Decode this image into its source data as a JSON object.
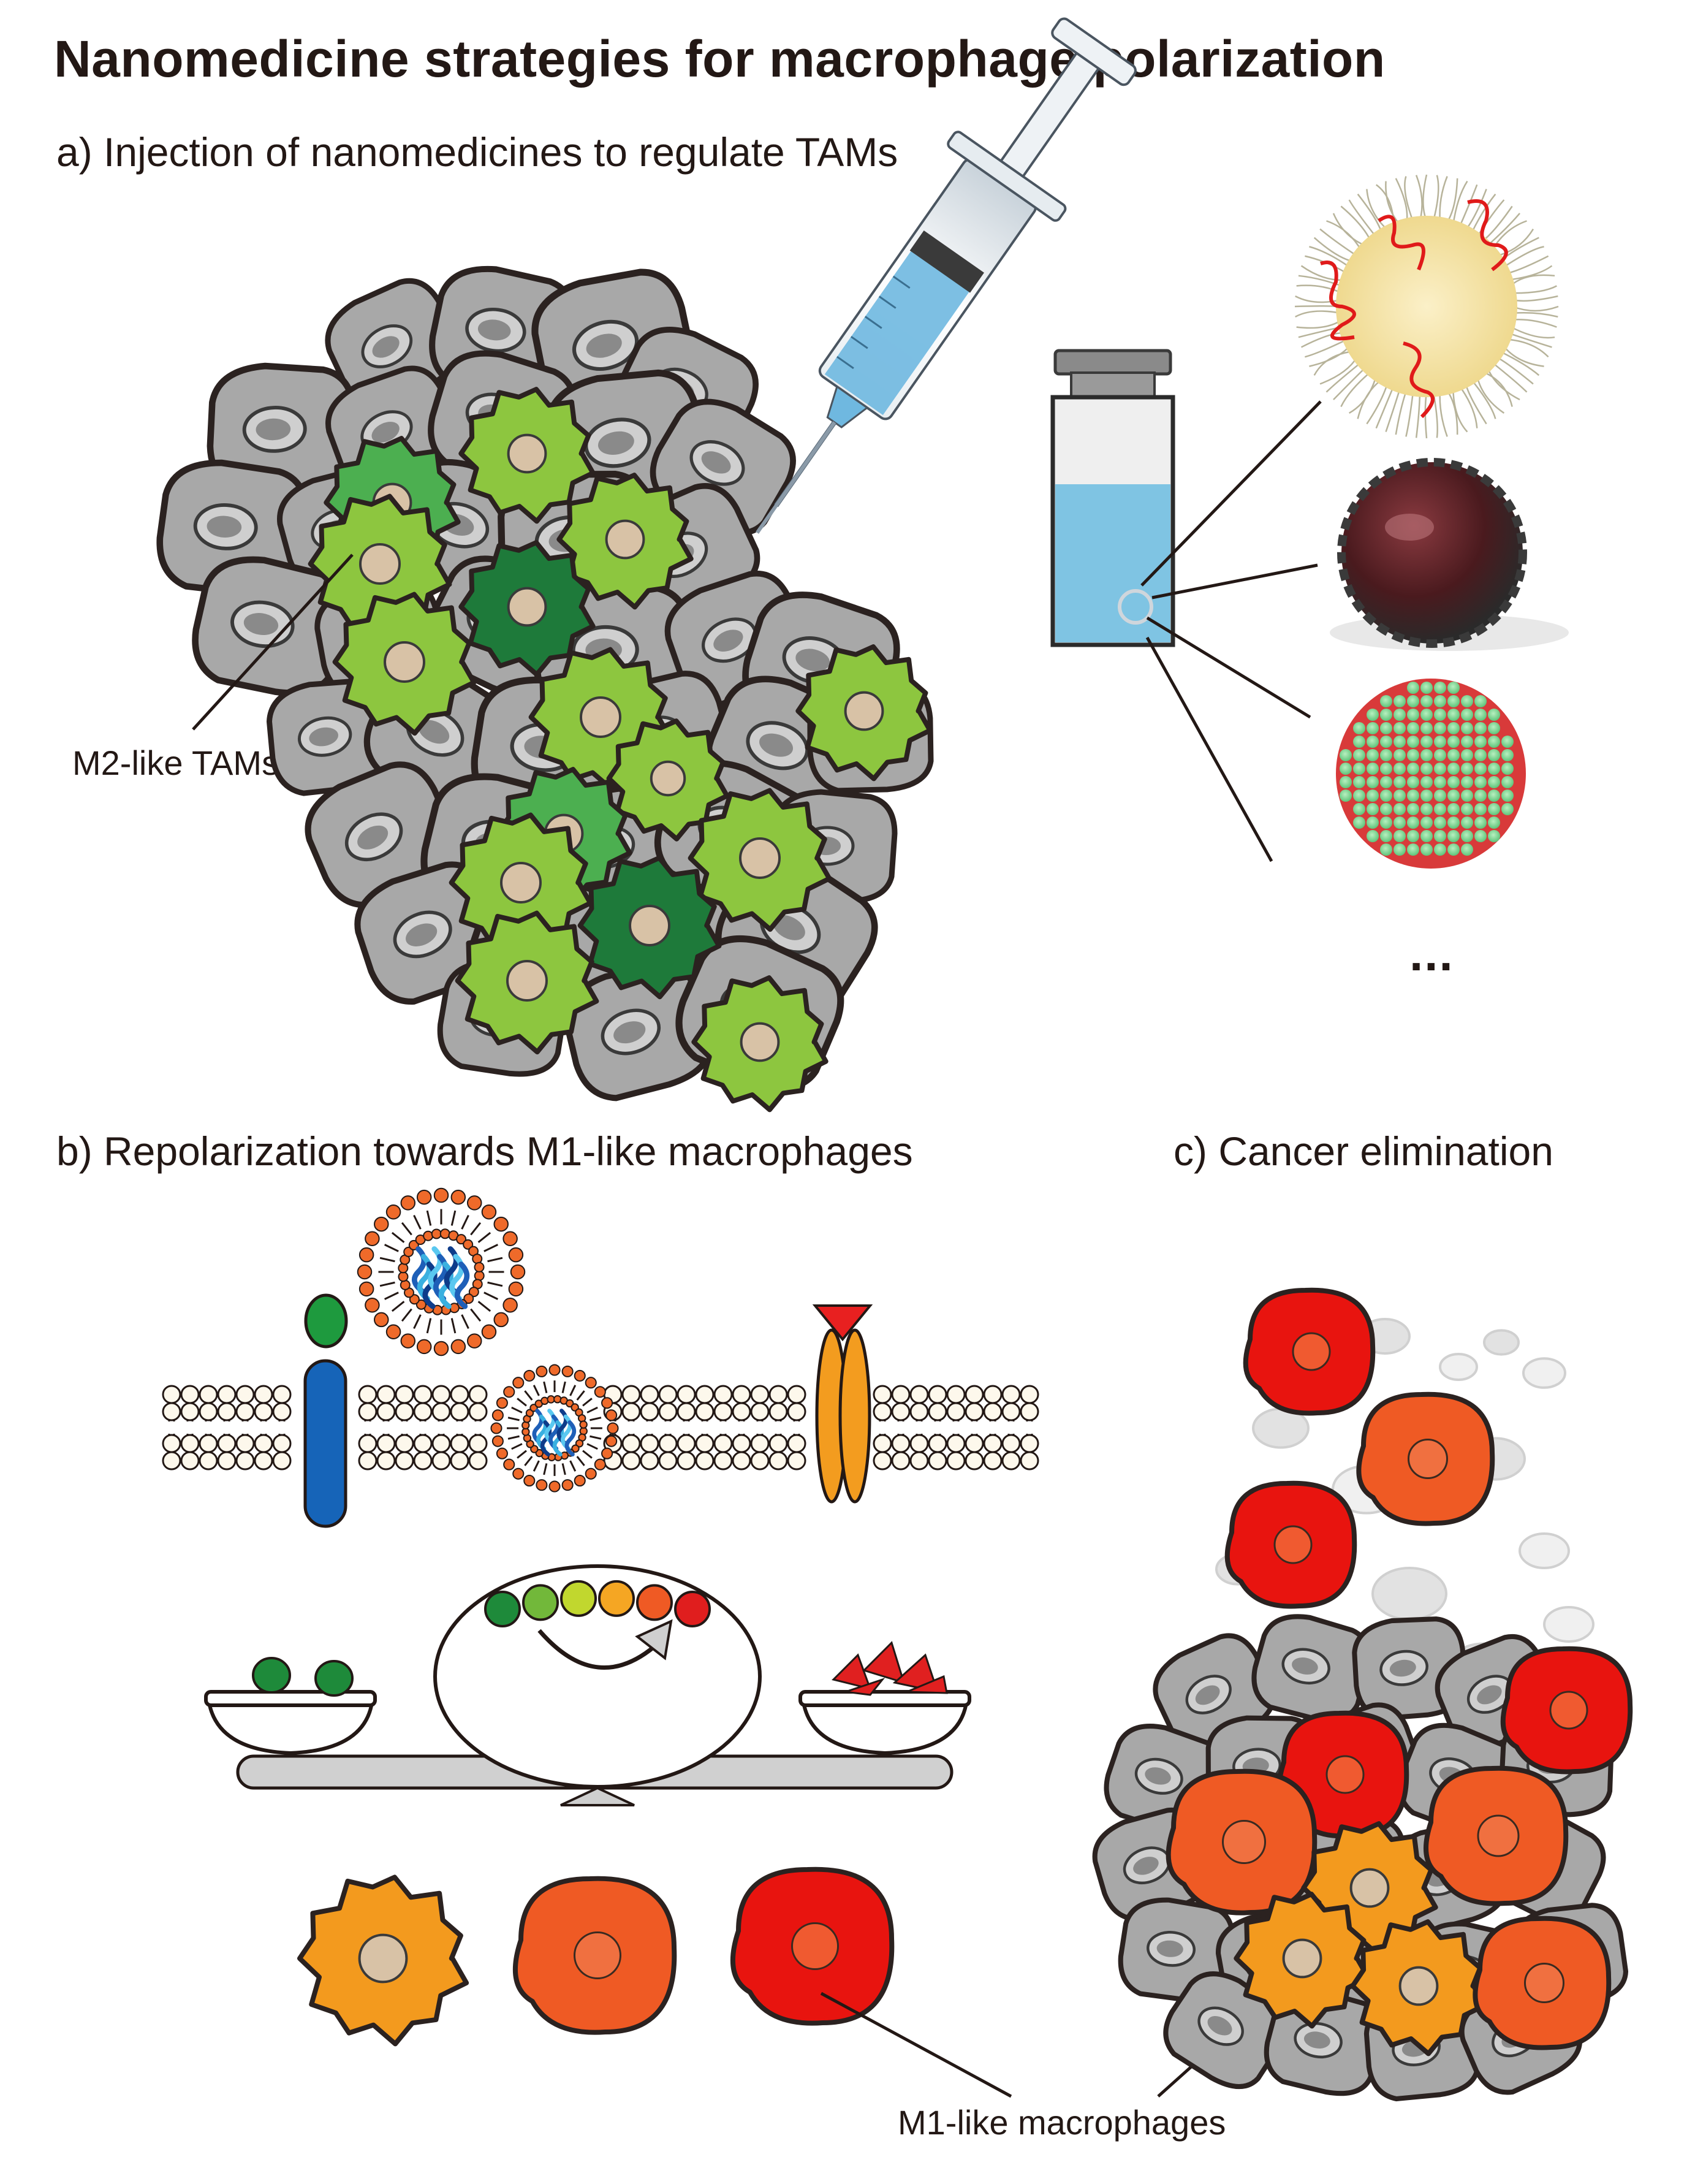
{
  "figure": {
    "title": "Nanomedicine strategies for macrophage polarization",
    "panels": {
      "a": {
        "title": "a) Injection of nanomedicines to regulate TAMs"
      },
      "b": {
        "title": "b) Repolarization towards M1-like macrophages"
      },
      "c": {
        "title": "c) Cancer elimination"
      }
    },
    "labels": {
      "m2_tams": "M2-like TAMs",
      "m1_macrophages": "M1-like macrophages",
      "more_nanomedicines": "..."
    },
    "nanomedicine_types": [
      "polymer-nanoparticle-icon",
      "dark-nanoparticle-icon",
      "micelle-nanoparticle-icon"
    ],
    "colors": {
      "tumor_cell": "#a8a8a8",
      "tumor_cell_outline": "#2b2220",
      "m2_light": "#8dc63f",
      "m2_mid": "#4caf50",
      "m2_dark": "#1e7a3a",
      "m1_orange": "#f39a1e",
      "m1_redorange": "#ef5a24",
      "m1_red": "#e8140f",
      "nucleus": "#d8c2a6",
      "solution": "#7fc4e3",
      "membrane_head": "#fdf8ec",
      "receptor_blue": "#1664b8",
      "receptor_orange": "#f39c1f"
    },
    "polarization_gradient_colors": [
      "#1e8a3a",
      "#72b83a",
      "#c1d72e",
      "#f5a623",
      "#ef5a24",
      "#e01e1e"
    ]
  }
}
